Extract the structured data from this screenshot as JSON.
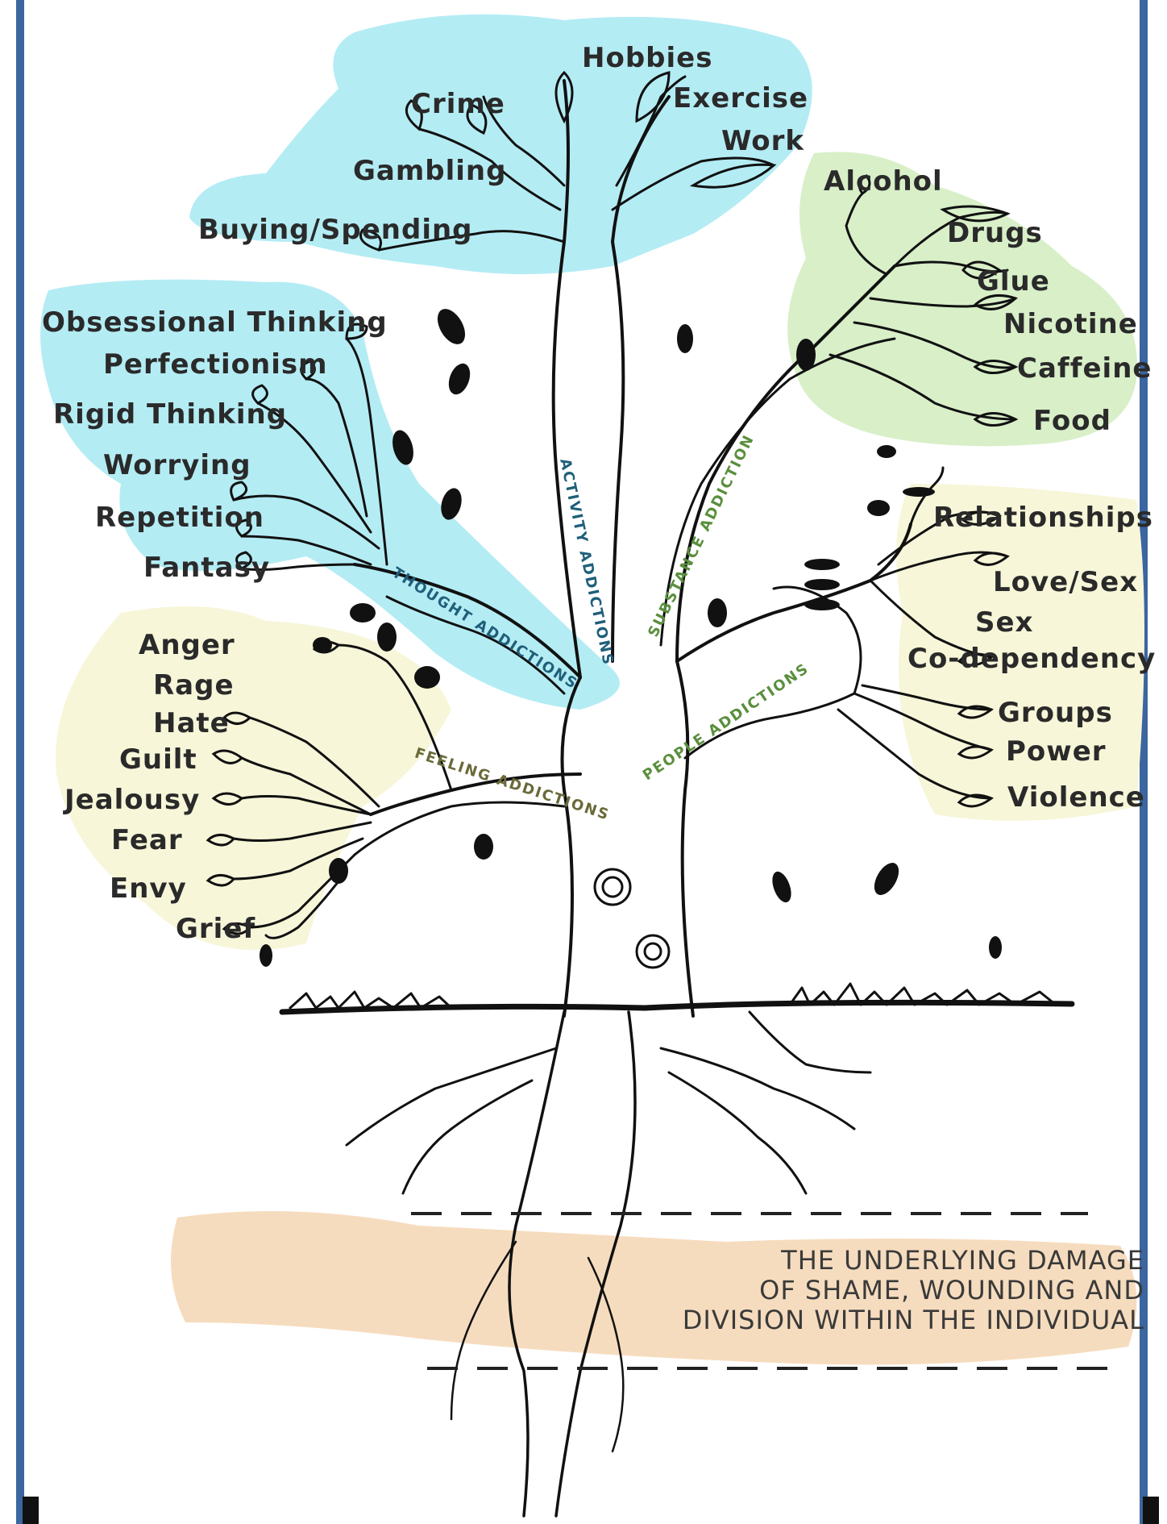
{
  "colors": {
    "frame": "#3b66a0",
    "thought_activity_wash": "#b4ecf4",
    "substance_wash": "#d8efc8",
    "feeling_people_wash": "#f7f6d9",
    "shame_wash": "#f6dcbe"
  },
  "categories": {
    "thought": "THOUGHT ADDICTIONS",
    "activity": "ACTIVITY ADDICTIONS",
    "substance": "SUBSTANCE ADDICTION",
    "feeling": "FEELING ADDICTIONS",
    "people": "PEOPLE ADDICTIONS"
  },
  "activity_labels": [
    "Hobbies",
    "Crime",
    "Exercise",
    "Work",
    "Gambling",
    "Buying/Spending"
  ],
  "thought_labels": [
    "Obsessional Thinking",
    "Perfectionism",
    "Rigid Thinking",
    "Worrying",
    "Repetition",
    "Fantasy"
  ],
  "substance_labels": [
    "Alcohol",
    "Drugs",
    "Glue",
    "Nicotine",
    "Caffeine",
    "Food"
  ],
  "feeling_labels": [
    "Anger",
    "Rage",
    "Hate",
    "Guilt",
    "Jealousy",
    "Fear",
    "Envy",
    "Grief"
  ],
  "people_labels": [
    "Relationships",
    "Love/Sex",
    "Sex",
    "Co-dependency",
    "Groups",
    "Power",
    "Violence"
  ],
  "underlying": {
    "line1": "THE UNDERLYING DAMAGE",
    "line2": "OF SHAME, WOUNDING AND",
    "line3": "DIVISION WITHIN THE INDIVIDUAL"
  }
}
